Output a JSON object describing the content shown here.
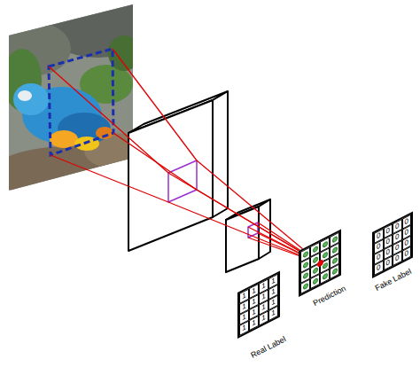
{
  "diagram": {
    "nodes": [
      {
        "text": [
          "Real Label"
        ]
      },
      {
        "text": [
          "Prediction"
        ]
      },
      {
        "text": [
          "Fake Label"
        ]
      }
    ],
    "labels": [
      "1",
      "1",
      "1",
      "1",
      "1",
      "1",
      "1",
      "1",
      "1",
      "1",
      "1",
      "1",
      "1",
      "1",
      "1",
      "1",
      "0",
      "0",
      "0",
      "0",
      "0",
      "0",
      "0",
      "0",
      "0",
      "0",
      "0",
      "0",
      "0",
      "0",
      "0",
      "0"
    ]
  }
}
